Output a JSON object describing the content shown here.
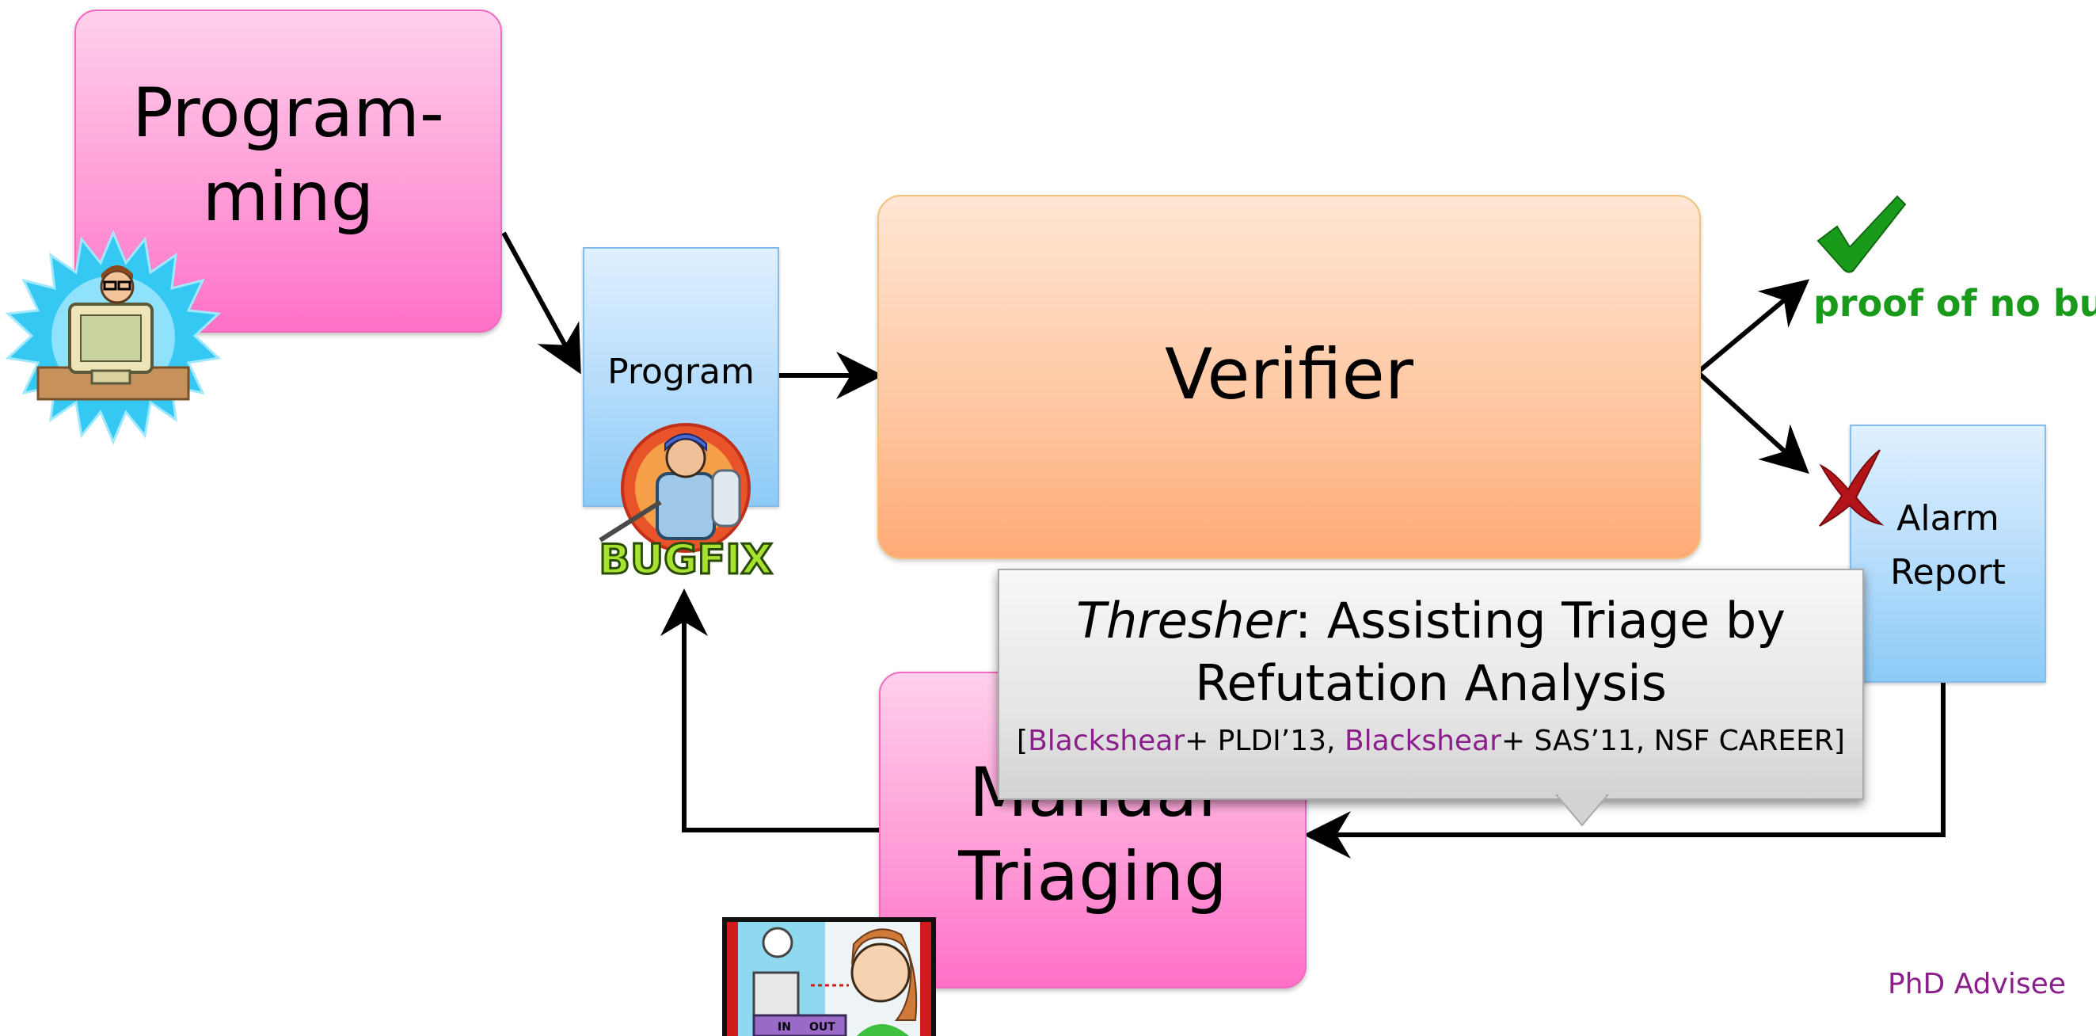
{
  "boxes": {
    "programming": "Program-\nming",
    "program": "Program",
    "verifier": "Verifier",
    "alarm_report": "Alarm\nReport",
    "manual_triaging_top": "Manual",
    "manual_triaging_bottom": "Triaging"
  },
  "outcomes": {
    "proof_label": "proof of no bug"
  },
  "callout": {
    "title_italic": "Thresher",
    "title_rest": ": Assisting Triage by",
    "title_line2": "Refutation Analysis",
    "cite_open": "[",
    "cite_name1": "Blackshear",
    "cite_mid1": "+ PLDI’13, ",
    "cite_name2": "Blackshear",
    "cite_mid2": "+ SAS’11, NSF CAREER]"
  },
  "footer": {
    "phd_advisee": "PhD Advisee"
  },
  "images": {
    "bugfix_logo_text": "BUGFIX",
    "in_label": "IN",
    "out_label": "OUT"
  },
  "colors": {
    "pink": "#ff9ed8",
    "blue": "#b5dcfb",
    "orange": "#ffc6a0",
    "check_green": "#1a9a1a",
    "cross_red": "#b3141a",
    "purple": "#8a1e8a"
  }
}
